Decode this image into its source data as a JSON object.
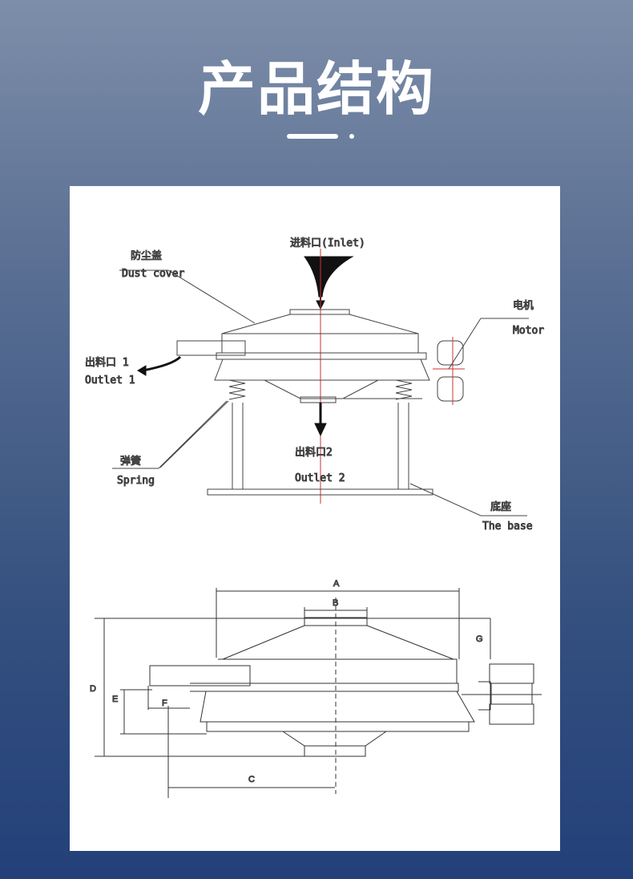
{
  "header": {
    "title": "产品结构"
  },
  "diagram": {
    "labels": {
      "inlet": "进料口(Inlet)",
      "dust_cover_cn": "防尘盖",
      "dust_cover_en": "Dust cover",
      "motor_cn": "电机",
      "motor_en": "Motor",
      "outlet1_cn": "出料口 1",
      "outlet1_en": "Outlet 1",
      "outlet2_cn": "出料口2",
      "outlet2_en": "Outlet 2",
      "spring_cn": "弹簧",
      "spring_en": "Spring",
      "base_cn": "底座",
      "base_en": "The base"
    },
    "dimensions": {
      "a": "A",
      "b": "B",
      "c": "C",
      "d": "D",
      "e": "E",
      "f": "F",
      "g": "G"
    }
  }
}
